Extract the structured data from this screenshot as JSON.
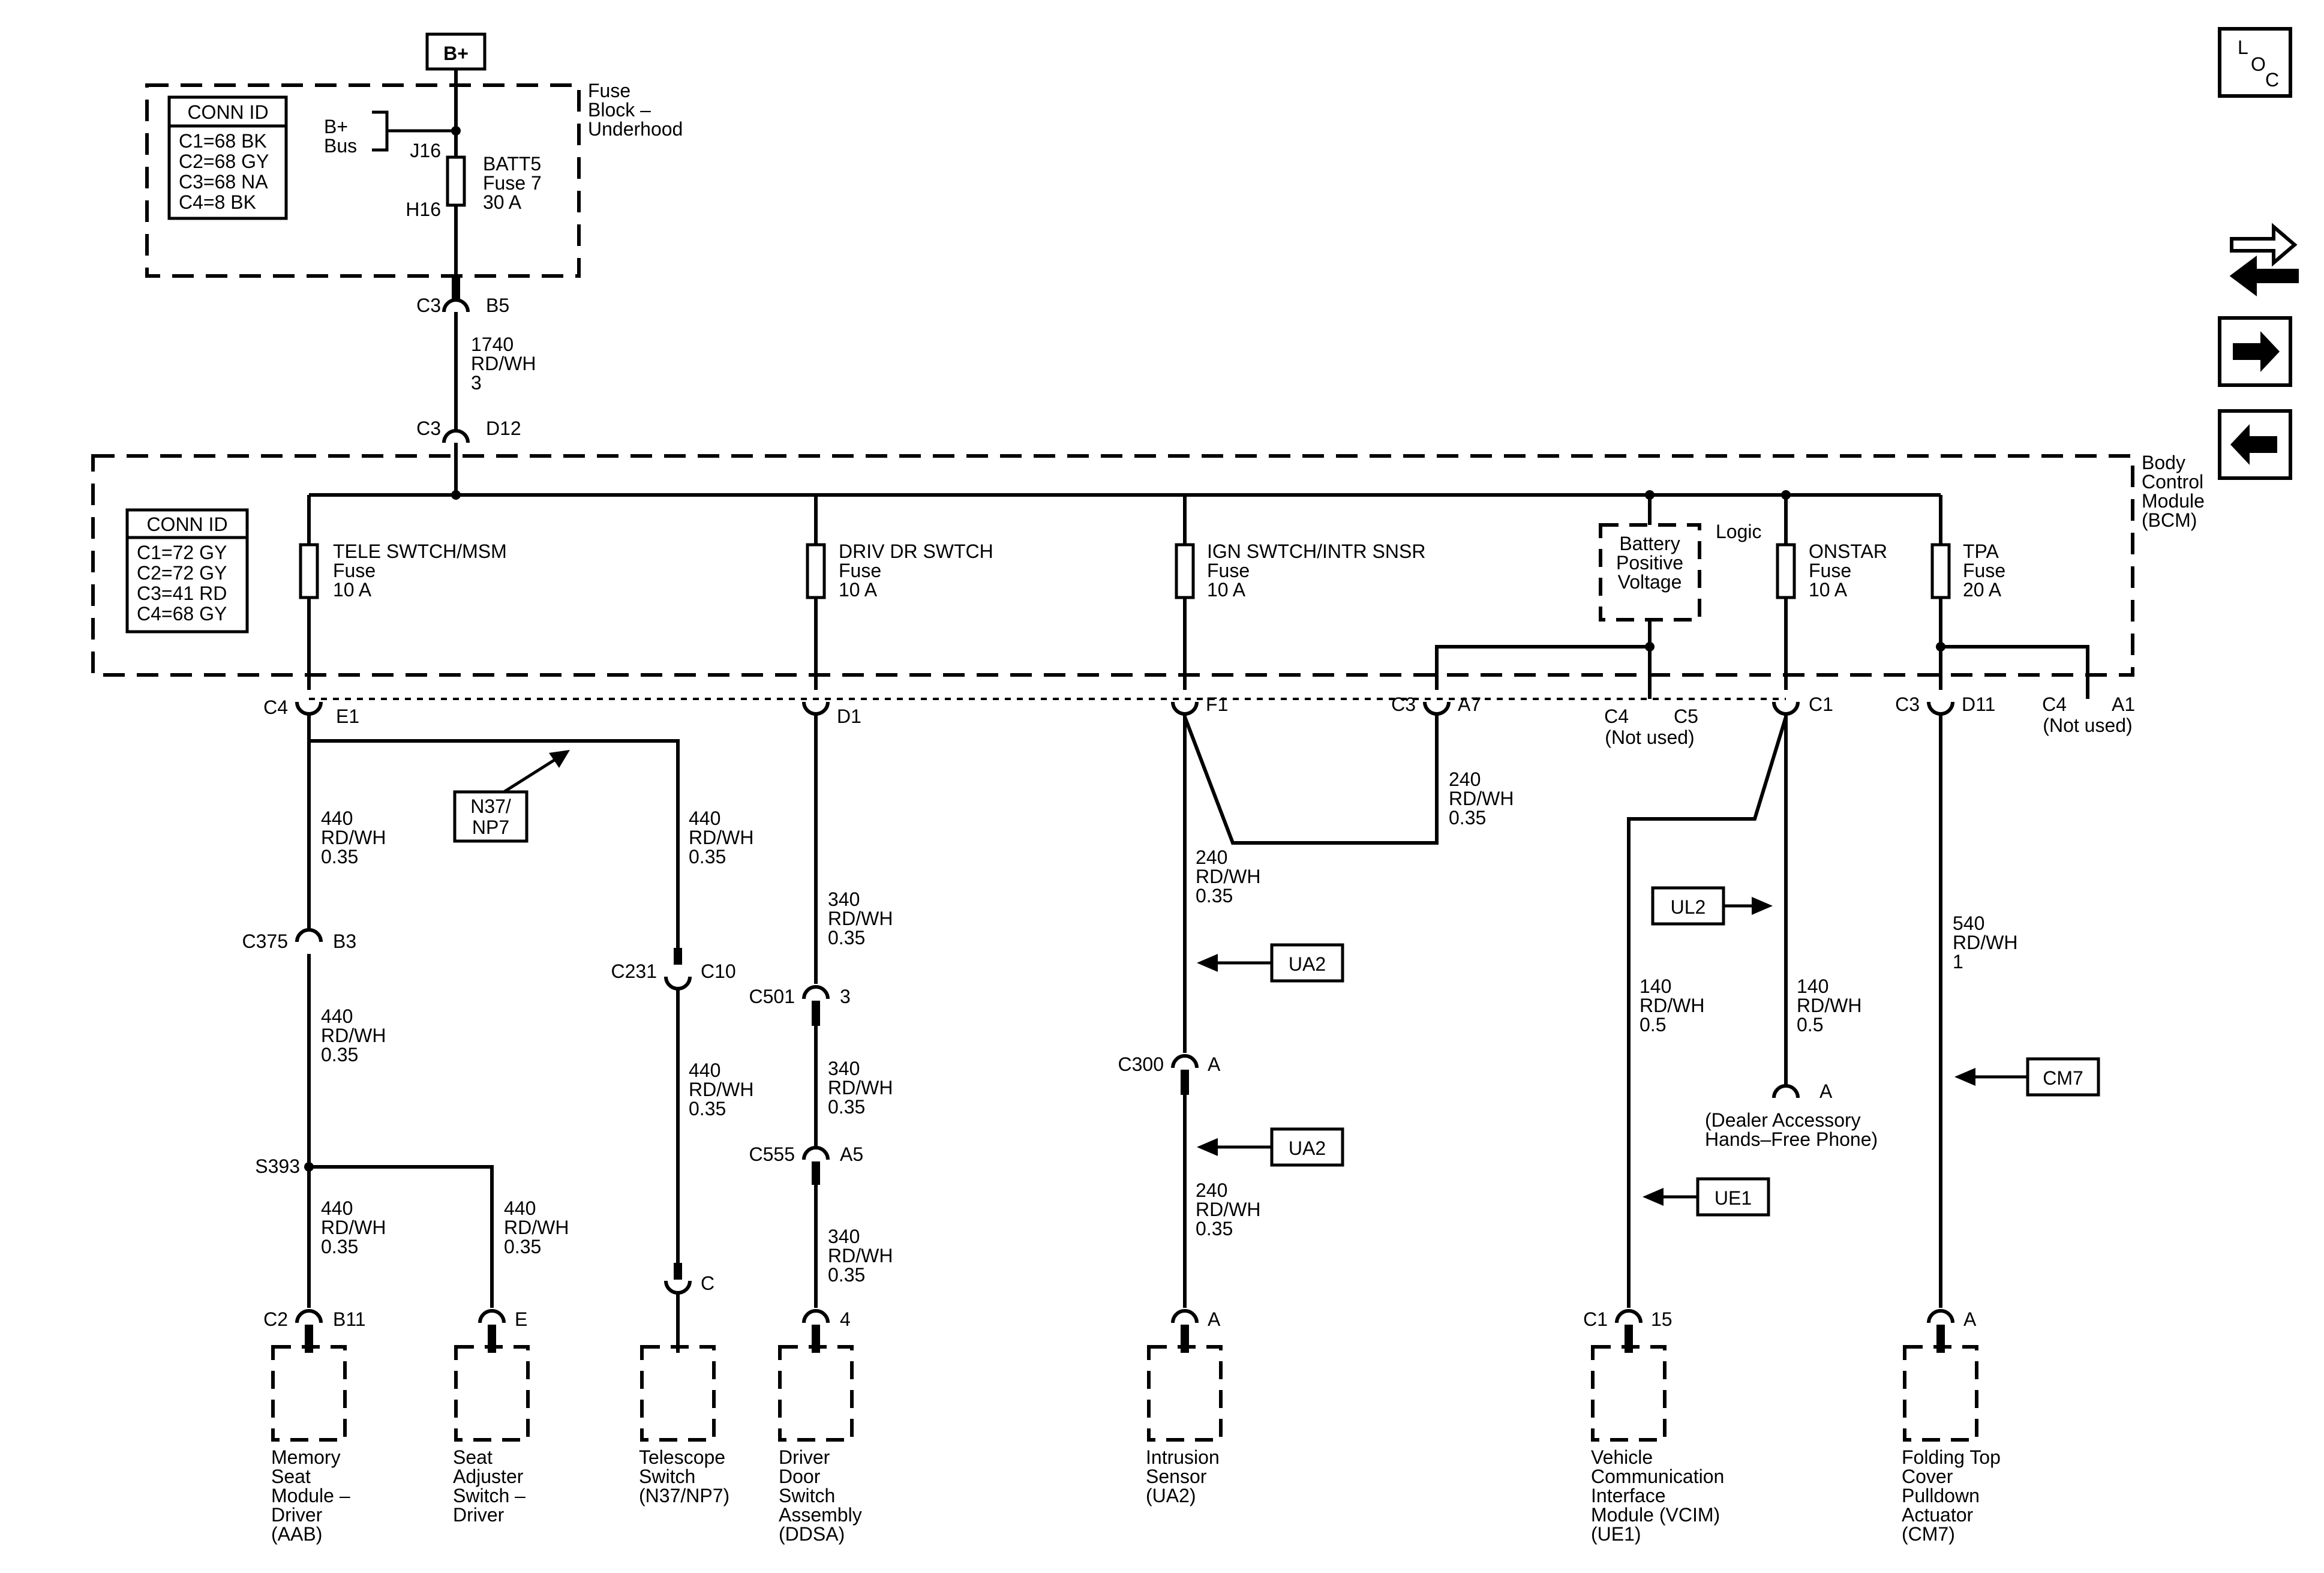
{
  "power": {
    "source": "B+",
    "bus_line1": "B+",
    "bus_line2": "Bus",
    "j16": "J16",
    "h16": "H16"
  },
  "fuse_block": {
    "title_lines": [
      "Fuse",
      "Block –",
      "Underhood"
    ],
    "conn_id_title": "CONN ID",
    "conn_ids": [
      "C1=68 BK",
      "C2=68 GY",
      "C3=68 NA",
      "C4=8 BK"
    ],
    "fuse_lines": [
      "BATT5",
      "Fuse 7",
      "30 A"
    ]
  },
  "feed": {
    "c3_b5": {
      "conn": "C3",
      "pin": "B5"
    },
    "wire_lines": [
      "1740",
      "RD/WH",
      "3"
    ],
    "c3_d12": {
      "conn": "C3",
      "pin": "D12"
    }
  },
  "bcm": {
    "title_lines": [
      "Body",
      "Control",
      "Module",
      "(BCM)"
    ],
    "conn_id_title": "CONN ID",
    "conn_ids": [
      "C1=72 GY",
      "C2=72 GY",
      "C3=41 RD",
      "C4=68 GY"
    ],
    "logic_label": "Logic",
    "battery_box_lines": [
      "Battery",
      "Positive",
      "Voltage"
    ],
    "fuses": [
      {
        "lines": [
          "TELE SWTCH/MSM",
          "Fuse",
          "10 A"
        ]
      },
      {
        "lines": [
          "DRIV DR SWTCH",
          "Fuse",
          "10 A"
        ]
      },
      {
        "lines": [
          "IGN SWTCH/INTR SNSR",
          "Fuse",
          "10 A"
        ]
      },
      {
        "lines": [
          "ONSTAR",
          "Fuse",
          "10 A"
        ]
      },
      {
        "lines": [
          "TPA",
          "Fuse",
          "20 A"
        ]
      }
    ],
    "pins": {
      "c4_e1": {
        "conn": "C4",
        "pin": "E1"
      },
      "d1": {
        "pin": "D1"
      },
      "f1": {
        "pin": "F1"
      },
      "c3_a7": {
        "conn": "C3",
        "pin": "A7"
      },
      "c4_c5": {
        "conn": "C4",
        "pin": "C5",
        "note": "(Not used)"
      },
      "c1": {
        "pin": "C1"
      },
      "c3_d11": {
        "conn": "C3",
        "pin": "D11"
      },
      "c4_a1": {
        "conn": "C4",
        "pin": "A1",
        "note": "(Not used)"
      }
    }
  },
  "wires": {
    "w440_a": [
      "440",
      "RD/WH",
      "0.35"
    ],
    "w440_b": [
      "440",
      "RD/WH",
      "0.35"
    ],
    "w440_c": [
      "440",
      "RD/WH",
      "0.35"
    ],
    "w440_d": [
      "440",
      "RD/WH",
      "0.35"
    ],
    "w440_e": [
      "440",
      "RD/WH",
      "0.35"
    ],
    "w440_f": [
      "440",
      "RD/WH",
      "0.35"
    ],
    "w340_a": [
      "340",
      "RD/WH",
      "0.35"
    ],
    "w340_b": [
      "340",
      "RD/WH",
      "0.35"
    ],
    "w340_c": [
      "340",
      "RD/WH",
      "0.35"
    ],
    "w240_a": [
      "240",
      "RD/WH",
      "0.35"
    ],
    "w240_b": [
      "240",
      "RD/WH",
      "0.35"
    ],
    "w240_c": [
      "240",
      "RD/WH",
      "0.35"
    ],
    "w140_a": [
      "140",
      "RD/WH",
      "0.5"
    ],
    "w140_b": [
      "140",
      "RD/WH",
      "0.5"
    ],
    "w540": [
      "540",
      "RD/WH",
      "1"
    ]
  },
  "connectors": {
    "c375": {
      "conn": "C375",
      "pin": "B3"
    },
    "s393": "S393",
    "c231": {
      "conn": "C231",
      "pin": "C10"
    },
    "c501": {
      "conn": "C501",
      "pin": "3"
    },
    "c555": {
      "conn": "C555",
      "pin": "A5"
    },
    "c300": {
      "conn": "C300",
      "pin": "A"
    },
    "c2_b11": {
      "conn": "C2",
      "pin": "B11"
    },
    "seat_e": "E",
    "tele_c": "C",
    "ddsa_4": "4",
    "intr_a": "A",
    "c1_15": {
      "conn": "C1",
      "pin": "15"
    },
    "tpa_a": "A",
    "phone_a": "A"
  },
  "refs": {
    "n37": [
      "N37/",
      "NP7"
    ],
    "ua2_a": "UA2",
    "ua2_b": "UA2",
    "ul2": "UL2",
    "ue1": "UE1",
    "cm7": "CM7"
  },
  "components": {
    "memory_seat": [
      "Memory",
      "Seat",
      "Module –",
      "Driver",
      "(AAB)"
    ],
    "seat_adjuster": [
      "Seat",
      "Adjuster",
      "Switch –",
      "Driver"
    ],
    "telescope": [
      "Telescope",
      "Switch",
      "(N37/NP7)"
    ],
    "driver_door": [
      "Driver",
      "Door",
      "Switch",
      "Assembly",
      "(DDSA)"
    ],
    "intrusion": [
      "Intrusion",
      "Sensor",
      "(UA2)"
    ],
    "phone": [
      "(Dealer Accessory",
      "Hands–Free Phone)"
    ],
    "vcim": [
      "Vehicle",
      "Communication",
      "Interface",
      "Module (VCIM)",
      "(UE1)"
    ],
    "folding_top": [
      "Folding Top",
      "Cover",
      "Pulldown",
      "Actuator",
      "(CM7)"
    ]
  },
  "nav": {
    "loc": [
      "L",
      "O",
      "C"
    ],
    "swap_icon": "swap-arrows-icon",
    "next_icon": "arrow-right-icon",
    "prev_icon": "arrow-left-icon"
  }
}
